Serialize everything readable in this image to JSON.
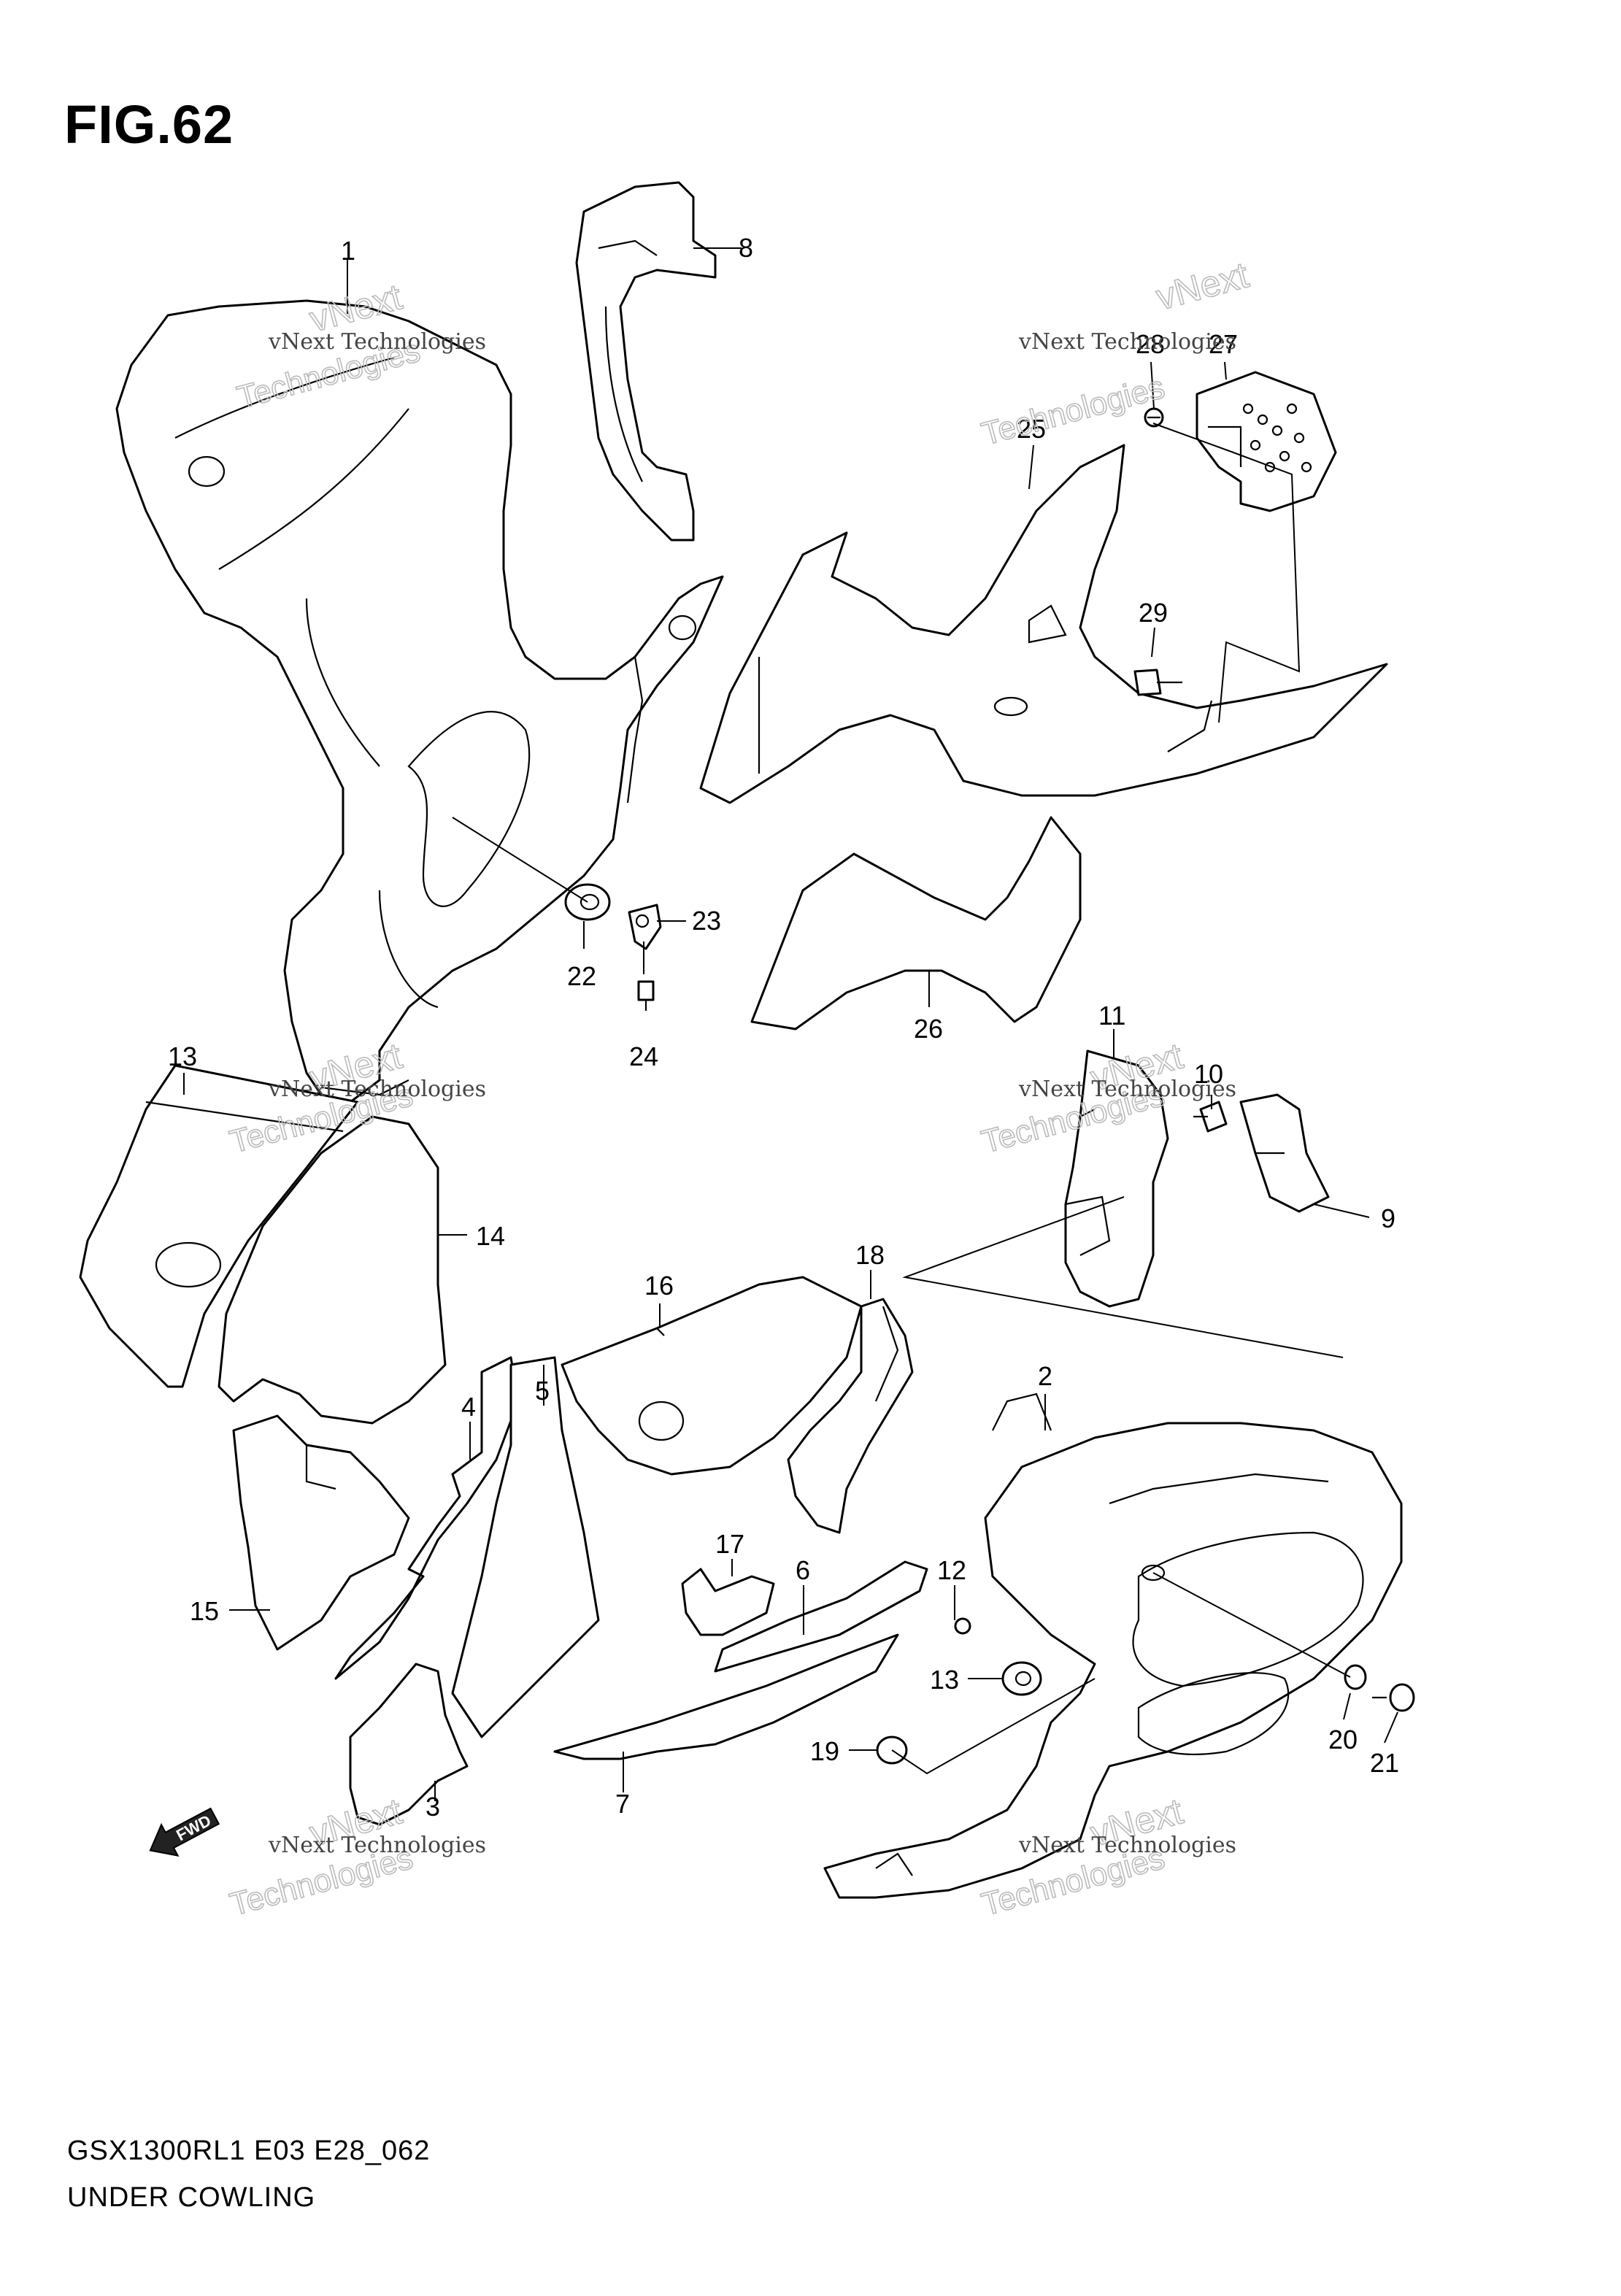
{
  "figure": {
    "title": "FIG.62",
    "model_code": "GSX1300RL1 E03 E28_062",
    "section_name": "UNDER COWLING"
  },
  "watermark": {
    "line1": "vNext Technologies",
    "line2": "vNext",
    "line3": "Technologies"
  },
  "fwd_arrow_label": "FWD",
  "callouts": [
    "1",
    "2",
    "3",
    "4",
    "5",
    "6",
    "7",
    "8",
    "9",
    "10",
    "11",
    "12",
    "13",
    "13",
    "14",
    "15",
    "16",
    "17",
    "18",
    "19",
    "20",
    "21",
    "22",
    "23",
    "24",
    "25",
    "26",
    "27",
    "28",
    "29"
  ]
}
